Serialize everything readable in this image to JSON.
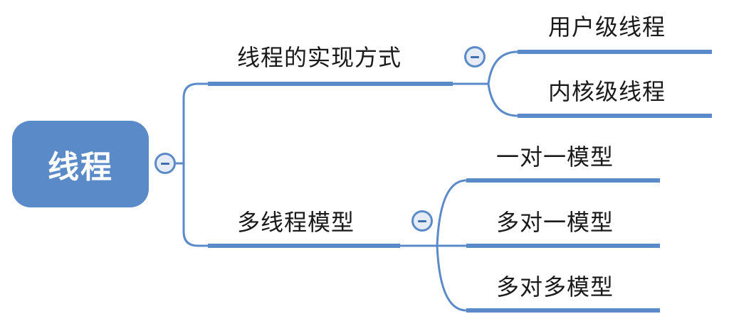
{
  "root": {
    "label": "线程",
    "collapse_icon": "minus-circle-icon"
  },
  "branches": [
    {
      "label": "线程的实现方式",
      "collapse_icon": "minus-circle-icon",
      "children": [
        "用户级线程",
        "内核级线程"
      ]
    },
    {
      "label": "多线程模型",
      "collapse_icon": "minus-circle-icon",
      "children": [
        "一对一模型",
        "多对一模型",
        "多对多模型"
      ]
    }
  ],
  "colors": {
    "accent": "#5b8ac8",
    "text": "#1a1a1a",
    "root_text": "#ffffff"
  }
}
